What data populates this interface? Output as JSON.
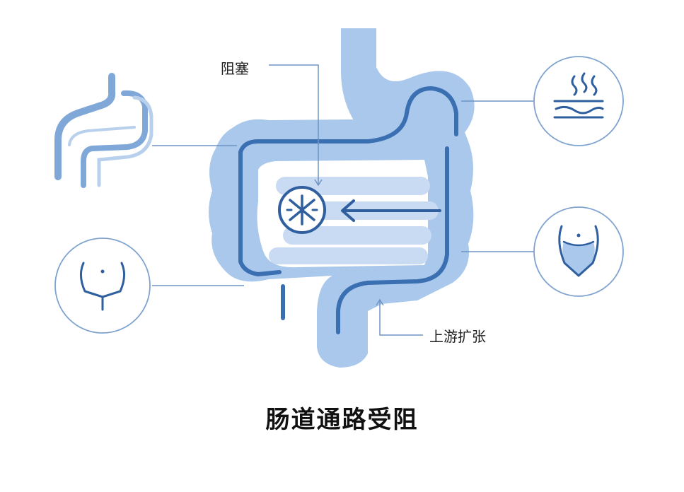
{
  "labels": {
    "blockage": "阻塞",
    "upstream_dilation": "上游扩张"
  },
  "title": "肠道通路受阻",
  "icons": [
    "stomach-outline-icon",
    "abdominal-pain-icon",
    "hot-stool-icon",
    "bloated-belly-icon",
    "blockage-x-icon",
    "flow-arrow-icon"
  ],
  "colors": {
    "organ_fill": "#a9c8ec",
    "organ_line": "#3a6fb2",
    "icon_line": "#2f5f9e",
    "circle_stroke": "#7fa3cf",
    "connector": "#6f94c4",
    "text": "#222222"
  }
}
